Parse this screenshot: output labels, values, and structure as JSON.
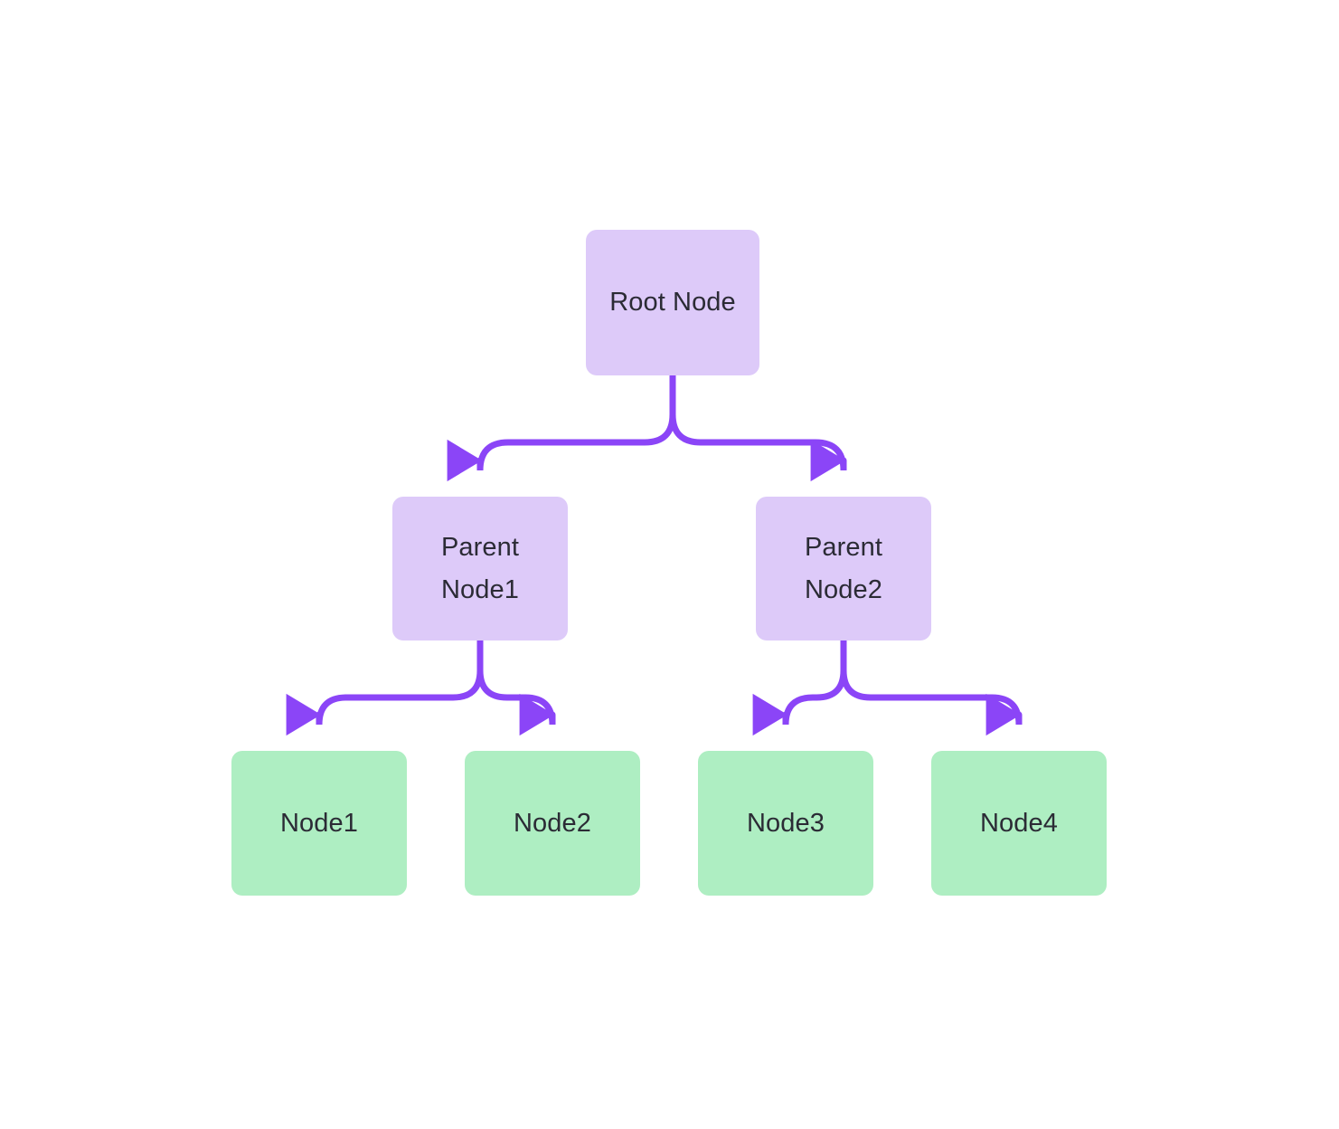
{
  "diagram": {
    "type": "tree",
    "title": "",
    "background_color": "#ffffff",
    "edge_color": "#8b45f7",
    "node_colors": {
      "purple": "#ddcaf9",
      "green": "#aeeec2",
      "text": "#2b2b35"
    },
    "nodes": [
      {
        "id": "root",
        "label": "Root Node",
        "level": 0,
        "style": "purple"
      },
      {
        "id": "parent1",
        "label": "Parent\nNode1",
        "level": 1,
        "style": "purple"
      },
      {
        "id": "parent2",
        "label": "Parent\nNode2",
        "level": 1,
        "style": "purple"
      },
      {
        "id": "leaf1",
        "label": "Node1",
        "level": 2,
        "style": "green"
      },
      {
        "id": "leaf2",
        "label": "Node2",
        "level": 2,
        "style": "green"
      },
      {
        "id": "leaf3",
        "label": "Node3",
        "level": 2,
        "style": "green"
      },
      {
        "id": "leaf4",
        "label": "Node4",
        "level": 2,
        "style": "green"
      }
    ],
    "edges": [
      {
        "from": "root",
        "to": "parent1",
        "arrow": "down"
      },
      {
        "from": "root",
        "to": "parent2",
        "arrow": "down"
      },
      {
        "from": "parent1",
        "to": "leaf1",
        "arrow": "down"
      },
      {
        "from": "parent1",
        "to": "leaf2",
        "arrow": "down"
      },
      {
        "from": "parent2",
        "to": "leaf3",
        "arrow": "down"
      },
      {
        "from": "parent2",
        "to": "leaf4",
        "arrow": "down"
      }
    ]
  }
}
